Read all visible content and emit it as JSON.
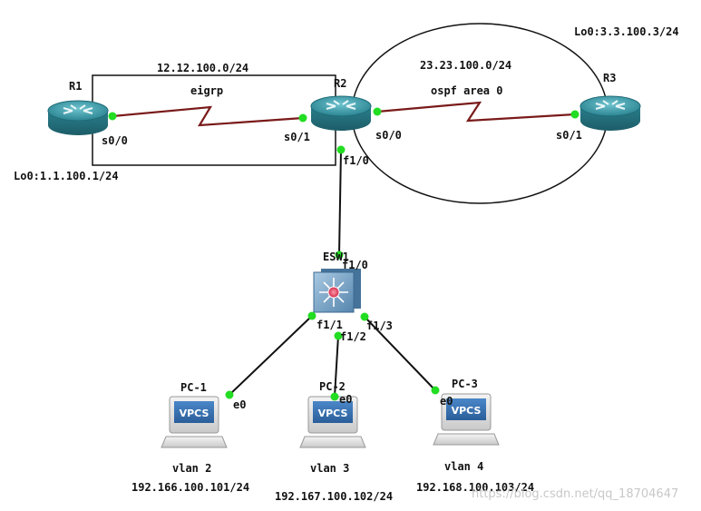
{
  "colors": {
    "serial_link": "#7a1a1a",
    "ethernet_link": "#111111",
    "port_dot": "#22dd22",
    "router_body": "#2f8a98",
    "switch_body": "#5b8fb5"
  },
  "devices": {
    "r1": {
      "name": "R1",
      "loopback": "Lo0:1.1.100.1/24"
    },
    "r2": {
      "name": "R2"
    },
    "r3": {
      "name": "R3",
      "loopback": "Lo0:3.3.100.3/24"
    },
    "esw1": {
      "name": "ESW1"
    },
    "pc1": {
      "name": "PC-1",
      "vlan": "vlan 2",
      "ip": "192.166.100.101/24",
      "screen_text": "VPCS"
    },
    "pc2": {
      "name": "PC-2",
      "vlan": "vlan 3",
      "ip": "192.167.100.102/24",
      "screen_text": "VPCS"
    },
    "pc3": {
      "name": "PC-3",
      "vlan": "vlan 4",
      "ip": "192.168.100.103/24",
      "screen_text": "VPCS"
    }
  },
  "areas": {
    "eigrp": {
      "network": "12.12.100.0/24",
      "protocol": "eigrp"
    },
    "ospf": {
      "network": "23.23.100.0/24",
      "protocol": "ospf area 0"
    }
  },
  "ports": {
    "r1_s00": "s0/0",
    "r2_s01": "s0/1",
    "r2_s00": "s0/0",
    "r3_s01": "s0/1",
    "r2_f10": "f1/0",
    "esw_f10": "f1/0",
    "esw_f11": "f1/1",
    "esw_f12": "f1/2",
    "esw_f13": "f1/3",
    "pc1_e0": "e0",
    "pc2_e0": "e0",
    "pc3_e0": "e0"
  },
  "watermark": "https://blog.csdn.net/qq_18704647"
}
